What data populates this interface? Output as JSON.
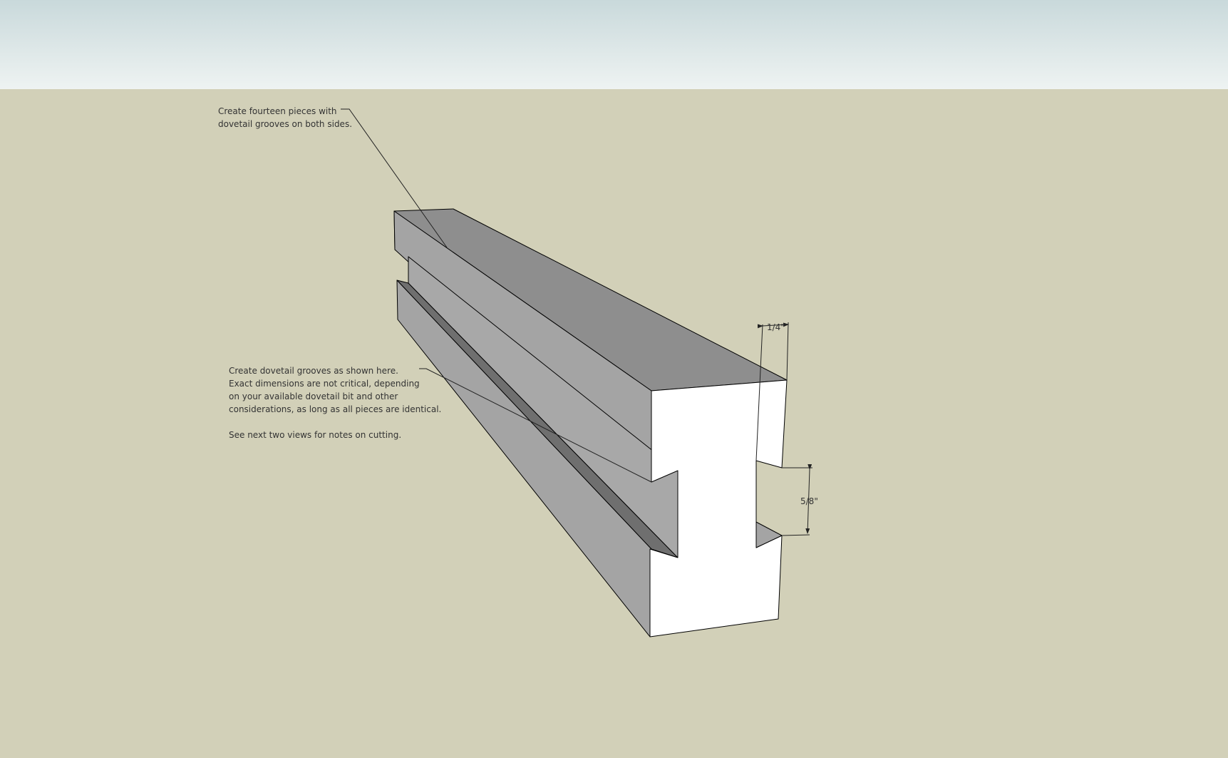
{
  "notes": {
    "top": {
      "lines": [
        "Create fourteen pieces with",
        "dovetail grooves on both sides."
      ]
    },
    "middle": {
      "lines": [
        "Create dovetail grooves as shown here.",
        "Exact dimensions are not critical, depending",
        "on your available dovetail bit and other",
        "considerations, as long as all pieces are identical.",
        "",
        "See next two views for notes on cutting."
      ]
    }
  },
  "dimensions": {
    "groove_depth": "1/4\"",
    "groove_width": "5/8\""
  },
  "colors": {
    "ground": "#d2d0b8",
    "sky_top": "#c9d9db",
    "sky_bottom": "#eef3f2",
    "top_face": "#8e8e8e",
    "side_face": "#a4a4a4",
    "groove_dark": "#6f6f6f",
    "end_face": "#ffffff",
    "edge": "#000000"
  }
}
